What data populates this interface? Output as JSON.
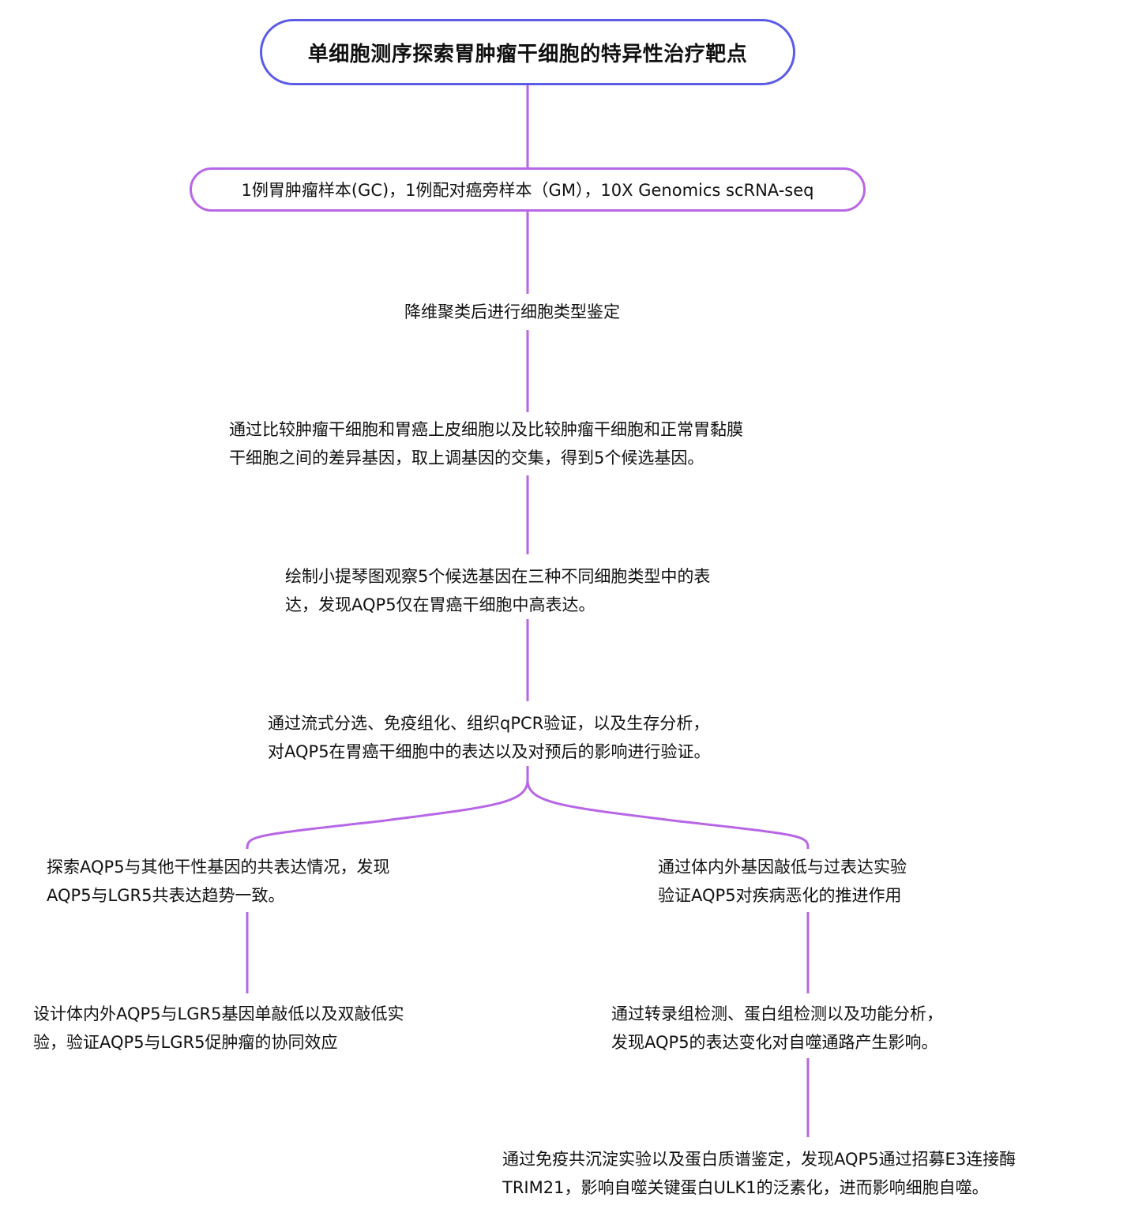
{
  "colors": {
    "title_border": "#5b5ce6",
    "connector": "#b766e6",
    "text": "#111111"
  },
  "title": "单细胞测序探索胃肿瘤干细胞的特异性治疗靶点",
  "samples": "1例胃肿瘤样本(GC)，1例配对癌旁样本（GM），10X Genomics scRNA-seq",
  "steps": {
    "clustering": "降维聚类后进行细胞类型鉴定",
    "comparison": [
      "通过比较肿瘤干细胞和胃癌上皮细胞以及比较肿瘤干细胞和正常胃黏膜",
      "干细胞之间的差异基因，取上调基因的交集，得到5个候选基因。"
    ],
    "violin": [
      "绘制小提琴图观察5个候选基因在三种不同细胞类型中的表",
      "达，发现AQP5仅在胃癌干细胞中高表达。"
    ],
    "validation": [
      "通过流式分选、免疫组化、组织qPCR验证，以及生存分析，",
      "对AQP5在胃癌干细胞中的表达以及对预后的影响进行验证。"
    ]
  },
  "left_branch": {
    "coexpression": [
      "探索AQP5与其他干性基因的共表达情况，发现",
      "AQP5与LGR5共表达趋势一致。"
    ],
    "knockdown": [
      "设计体内外AQP5与LGR5基因单敲低以及双敲低实",
      "验，验证AQP5与LGR5促肿瘤的协同效应"
    ]
  },
  "right_branch": {
    "in_vivo": [
      "通过体内外基因敲低与过表达实验",
      "验证AQP5对疾病恶化的推进作用"
    ],
    "omics": [
      "通过转录组检测、蛋白组检测以及功能分析，",
      "发现AQP5的表达变化对自噬通路产生影响。"
    ],
    "ip_ms": [
      "通过免疫共沉淀实验以及蛋白质谱鉴定，发现AQP5通过招募E3连接酶",
      "TRIM21，影响自噬关键蛋白ULK1的泛素化，进而影响细胞自噬。"
    ]
  }
}
